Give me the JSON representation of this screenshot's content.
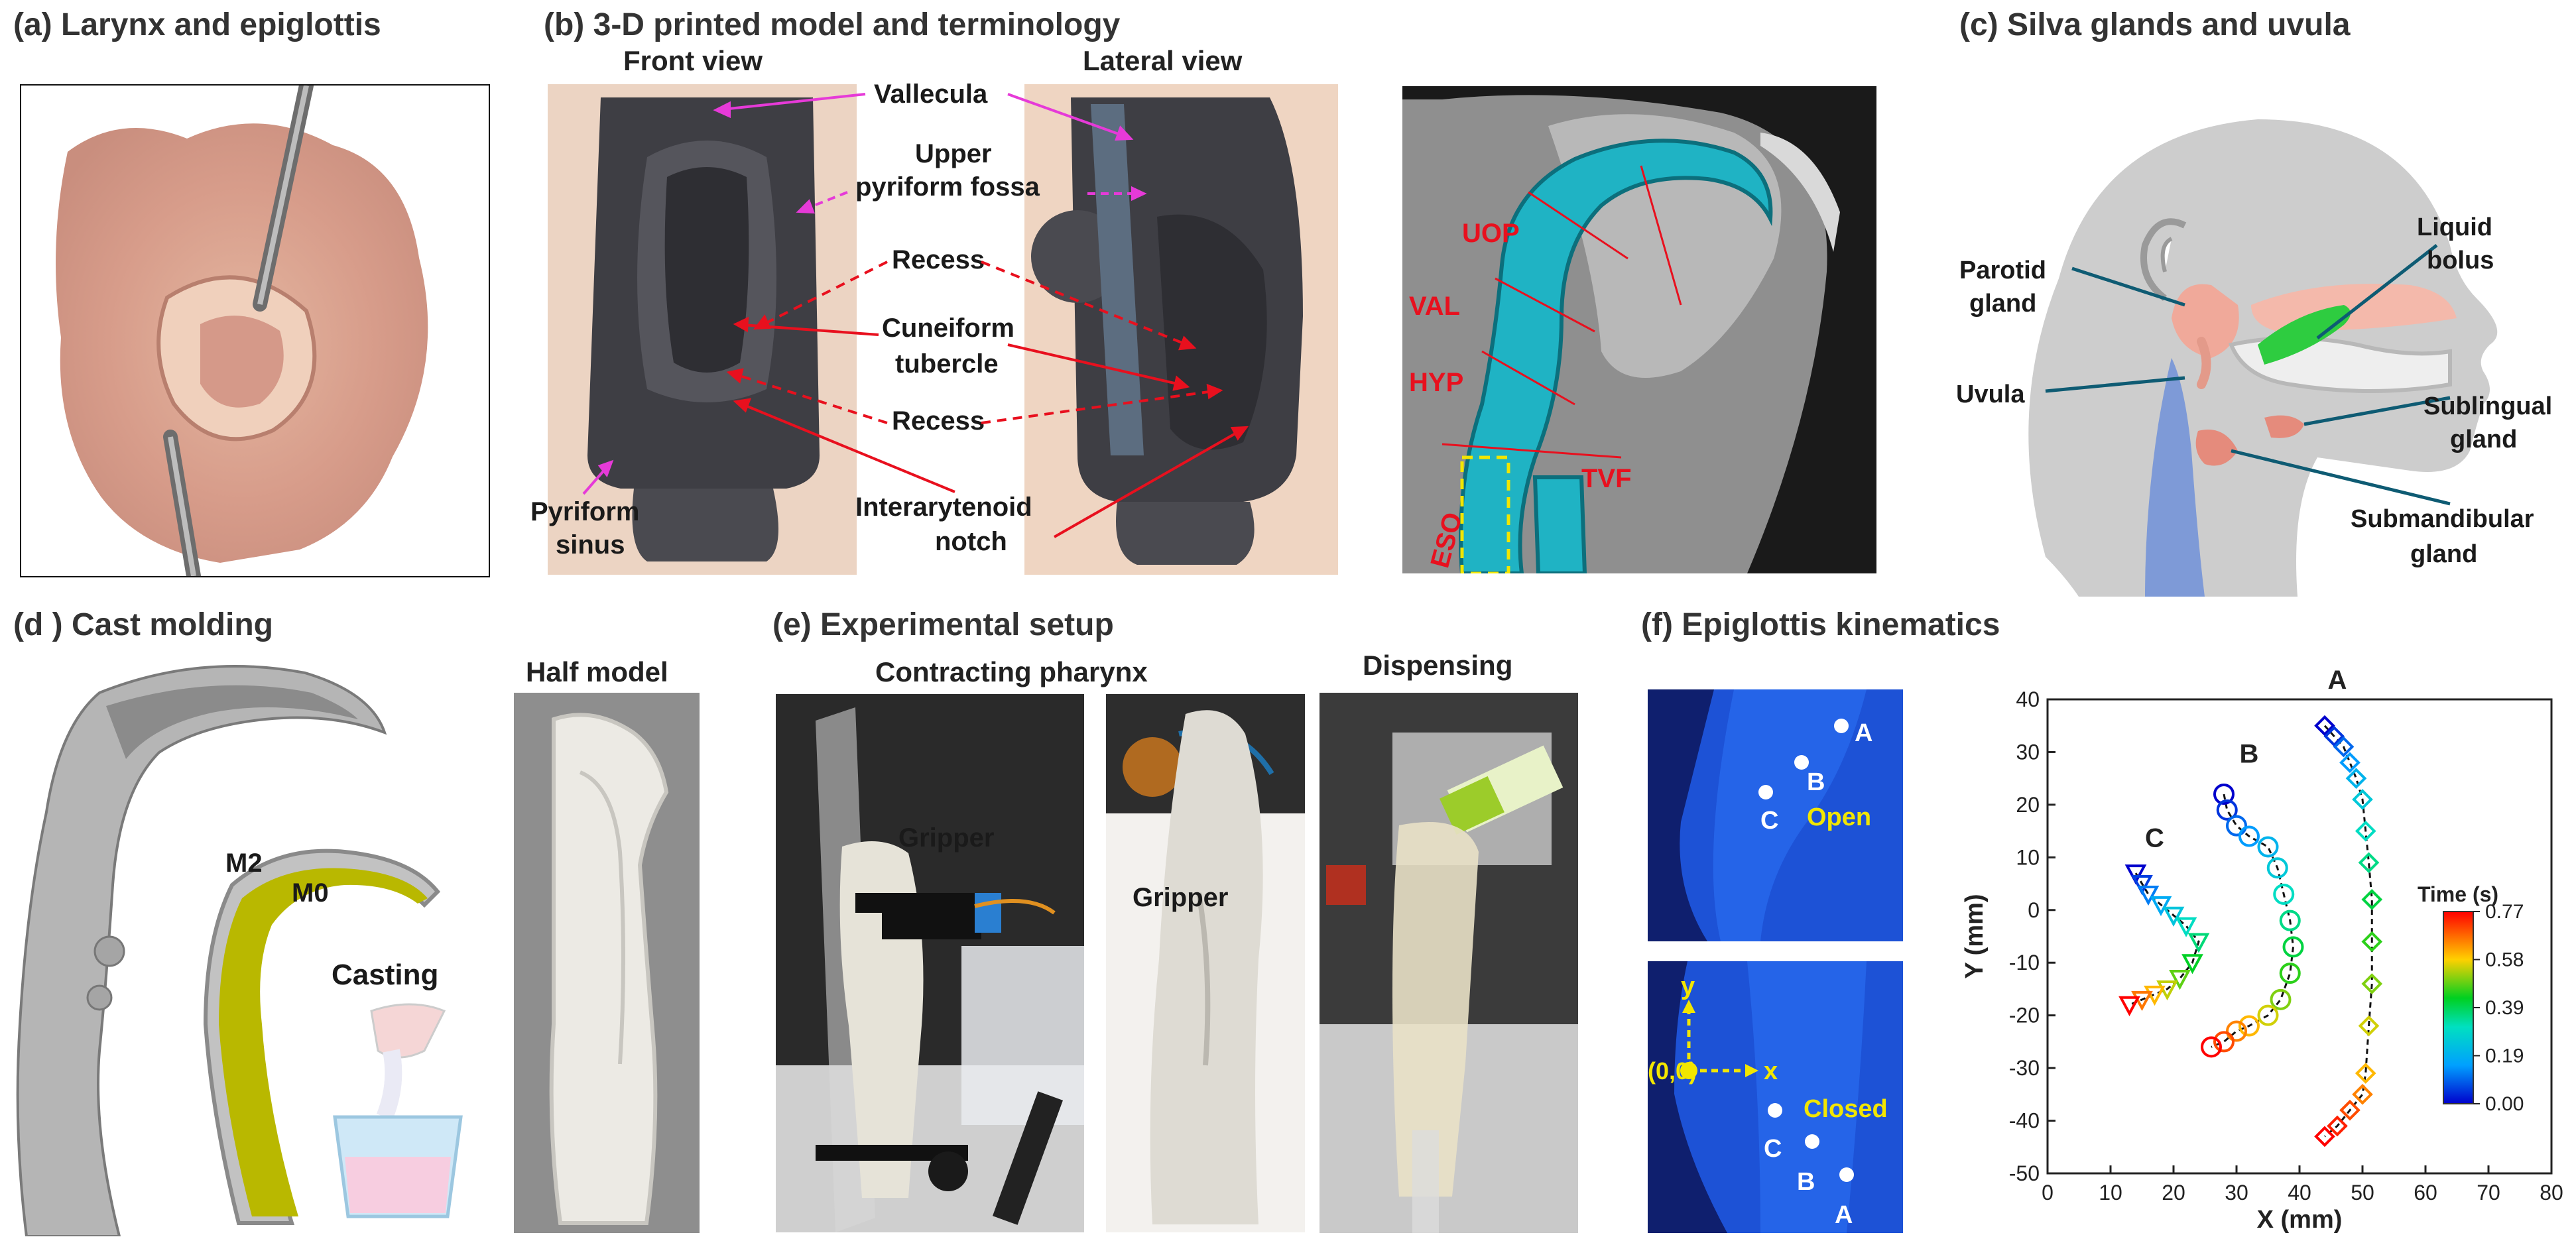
{
  "panels": {
    "a": {
      "title": "(a) Larynx and epiglottis"
    },
    "b": {
      "title": "(b) 3-D printed model and terminology",
      "front_view": "Front view",
      "lateral_view": "Lateral view",
      "labels": {
        "vallecula": "Vallecula",
        "upper_pyriform_1": "Upper",
        "upper_pyriform_2": "pyriform fossa",
        "recess_top": "Recess",
        "cuneiform_1": "Cuneiform",
        "cuneiform_2": "tubercle",
        "recess_bottom": "Recess",
        "interarytenoid_1": "Interarytenoid",
        "interarytenoid_2": "notch",
        "pyriform_sinus_1": "Pyriform",
        "pyriform_sinus_2": "sinus"
      },
      "ct_labels": {
        "uop": "UOP",
        "val": "VAL",
        "hyp": "HYP",
        "tvf": "TVF",
        "eso": "ESO"
      }
    },
    "c": {
      "title": "(c) Silva glands and uvula",
      "labels": {
        "parotid_1": "Parotid",
        "parotid_2": "gland",
        "liquid_1": "Liquid",
        "liquid_2": "bolus",
        "uvula": "Uvula",
        "sublingual_1": "Sublingual",
        "sublingual_2": "gland",
        "submandibular_1": "Submandibular",
        "submandibular_2": "gland"
      }
    },
    "d": {
      "title": "(d ) Cast molding",
      "m2": "M2",
      "m0": "M0",
      "casting": "Casting",
      "half_model": "Half model"
    },
    "e": {
      "title": "(e) Experimental setup",
      "contracting": "Contracting pharynx",
      "dispensing": "Dispensing",
      "gripper_1": "Gripper",
      "gripper_2": "Gripper"
    },
    "f": {
      "title": "(f) Epiglottis kinematics",
      "open_labels": {
        "a": "A",
        "b": "B",
        "c": "C",
        "state": "Open"
      },
      "closed_labels": {
        "a": "A",
        "b": "B",
        "c": "C",
        "state": "Closed",
        "origin": "(0,0)",
        "y": "y",
        "x": "x"
      }
    }
  },
  "colors": {
    "accent_red": "#e8101e",
    "accent_magenta": "#e63ad8",
    "teal": "#1fa3b5",
    "yellow_label": "#f2e600",
    "line_teal": "#0e5b73"
  },
  "chart_data": {
    "type": "scatter",
    "xlabel": "X (mm)",
    "ylabel": "Y (mm)",
    "xlim": [
      0,
      80
    ],
    "ylim": [
      -50,
      40
    ],
    "xticks": [
      0,
      10,
      20,
      30,
      40,
      50,
      60,
      70,
      80
    ],
    "yticks": [
      -50,
      -40,
      -30,
      -20,
      -10,
      0,
      10,
      20,
      30,
      40
    ],
    "colorbar": {
      "title": "Time (s)",
      "ticks": [
        "0.77",
        "0.58",
        "0.39",
        "0.19",
        "0.00"
      ],
      "min": 0,
      "max": 0.77
    },
    "series": [
      {
        "name": "A",
        "marker": "diamond",
        "points": [
          [
            44,
            35,
            0.0
          ],
          [
            45.5,
            33,
            0.05
          ],
          [
            47,
            31,
            0.1
          ],
          [
            48,
            28,
            0.15
          ],
          [
            49,
            25,
            0.2
          ],
          [
            50,
            21,
            0.25
          ],
          [
            50.5,
            15,
            0.3
          ],
          [
            51,
            9,
            0.35
          ],
          [
            51.5,
            2,
            0.4
          ],
          [
            51.5,
            -6,
            0.45
          ],
          [
            51.5,
            -14,
            0.5
          ],
          [
            51,
            -22,
            0.55
          ],
          [
            50.5,
            -31,
            0.6
          ],
          [
            50,
            -35,
            0.65
          ],
          [
            48,
            -38,
            0.7
          ],
          [
            46,
            -41,
            0.74
          ],
          [
            44,
            -43,
            0.77
          ]
        ]
      },
      {
        "name": "B",
        "marker": "circle",
        "points": [
          [
            28,
            22,
            0.0
          ],
          [
            28.5,
            19,
            0.05
          ],
          [
            30,
            16,
            0.1
          ],
          [
            32,
            14,
            0.15
          ],
          [
            35,
            12,
            0.2
          ],
          [
            36.5,
            8,
            0.25
          ],
          [
            37.5,
            3,
            0.3
          ],
          [
            38.5,
            -2,
            0.35
          ],
          [
            39,
            -7,
            0.4
          ],
          [
            38.5,
            -12,
            0.45
          ],
          [
            37,
            -17,
            0.5
          ],
          [
            35,
            -20,
            0.55
          ],
          [
            32,
            -22,
            0.6
          ],
          [
            30,
            -23,
            0.65
          ],
          [
            28,
            -25,
            0.7
          ],
          [
            26,
            -26,
            0.77
          ]
        ]
      },
      {
        "name": "C",
        "marker": "triangle",
        "points": [
          [
            14,
            7,
            0.0
          ],
          [
            15,
            5,
            0.06
          ],
          [
            16,
            3,
            0.12
          ],
          [
            18,
            1,
            0.18
          ],
          [
            20,
            -1,
            0.24
          ],
          [
            22,
            -3,
            0.3
          ],
          [
            24,
            -6,
            0.36
          ],
          [
            23,
            -10,
            0.42
          ],
          [
            21,
            -13,
            0.48
          ],
          [
            19,
            -15,
            0.54
          ],
          [
            17,
            -16,
            0.6
          ],
          [
            15,
            -17,
            0.66
          ],
          [
            13,
            -18,
            0.77
          ]
        ]
      }
    ],
    "series_labels": [
      {
        "name": "A",
        "x": 46,
        "y": 42
      },
      {
        "name": "B",
        "x": 32,
        "y": 28
      },
      {
        "name": "C",
        "x": 17,
        "y": 12
      }
    ]
  }
}
